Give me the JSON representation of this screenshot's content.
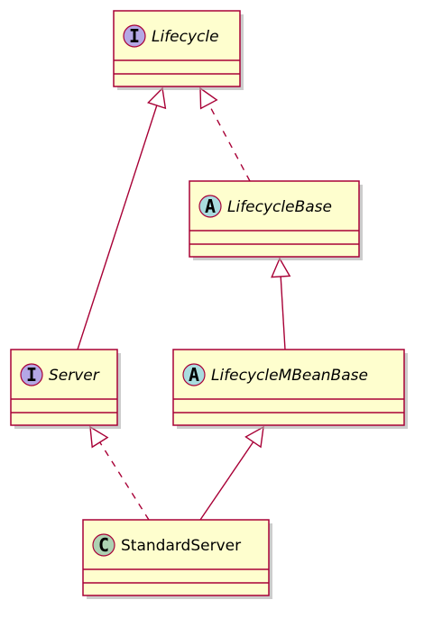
{
  "diagram": {
    "colors": {
      "box_fill": "#FEFECE",
      "box_border": "#A80036",
      "shadow": "#AAAAAA",
      "interface_badge": "#B4A7E5",
      "abstract_badge": "#A9DCDF",
      "class_badge": "#ADD1B2",
      "edge": "#A80036"
    },
    "classes": [
      {
        "id": "lifecycle",
        "name": "Lifecycle",
        "kind": "interface",
        "badge": "I",
        "italic": true
      },
      {
        "id": "lifecyclebase",
        "name": "LifecycleBase",
        "kind": "abstract",
        "badge": "A",
        "italic": true
      },
      {
        "id": "server",
        "name": "Server",
        "kind": "interface",
        "badge": "I",
        "italic": true
      },
      {
        "id": "lifecyclembeanbase",
        "name": "LifecycleMBeanBase",
        "kind": "abstract",
        "badge": "A",
        "italic": true
      },
      {
        "id": "standardserver",
        "name": "StandardServer",
        "kind": "class",
        "badge": "C",
        "italic": false
      }
    ],
    "relations": [
      {
        "from": "lifecyclebase",
        "to": "lifecycle",
        "type": "realization"
      },
      {
        "from": "server",
        "to": "lifecycle",
        "type": "generalization"
      },
      {
        "from": "lifecyclembeanbase",
        "to": "lifecyclebase",
        "type": "generalization"
      },
      {
        "from": "standardserver",
        "to": "server",
        "type": "realization"
      },
      {
        "from": "standardserver",
        "to": "lifecyclembeanbase",
        "type": "generalization"
      }
    ]
  }
}
